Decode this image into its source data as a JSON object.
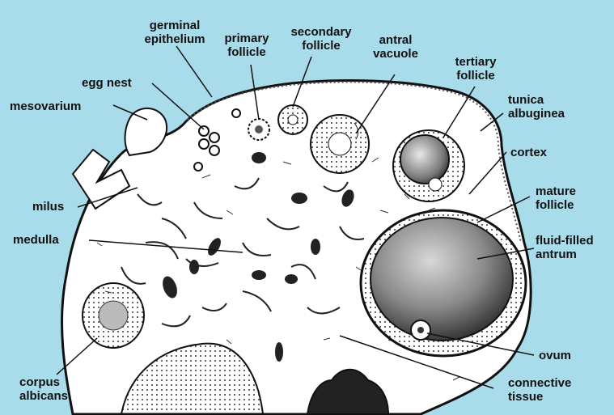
{
  "labels": {
    "germinal_epithelium": [
      "germinal",
      "epithelium"
    ],
    "primary_follicle": [
      "primary",
      "follicle"
    ],
    "secondary_follicle": [
      "secondary",
      "follicle"
    ],
    "antral_vacuole": [
      "antral",
      "vacuole"
    ],
    "tertiary_follicle": [
      "tertiary",
      "follicle"
    ],
    "tunica_albuginea": [
      "tunica",
      "albuginea"
    ],
    "egg_nest": [
      "egg nest"
    ],
    "mesovarium": [
      "mesovarium"
    ],
    "cortex": [
      "cortex"
    ],
    "mature_follicle": [
      "mature",
      "follicle"
    ],
    "milus": [
      "milus"
    ],
    "medulla": [
      "medulla"
    ],
    "fluid_filled_antrum": [
      "fluid-filled",
      "antrum"
    ],
    "ovum": [
      "ovum"
    ],
    "corpus_albicans": [
      "corpus",
      "albicans"
    ],
    "connective_tissue": [
      "connective",
      "tissue"
    ]
  },
  "colors": {
    "background": "#a9dcea",
    "tissue": "#ffffff",
    "ink": "#111111"
  }
}
